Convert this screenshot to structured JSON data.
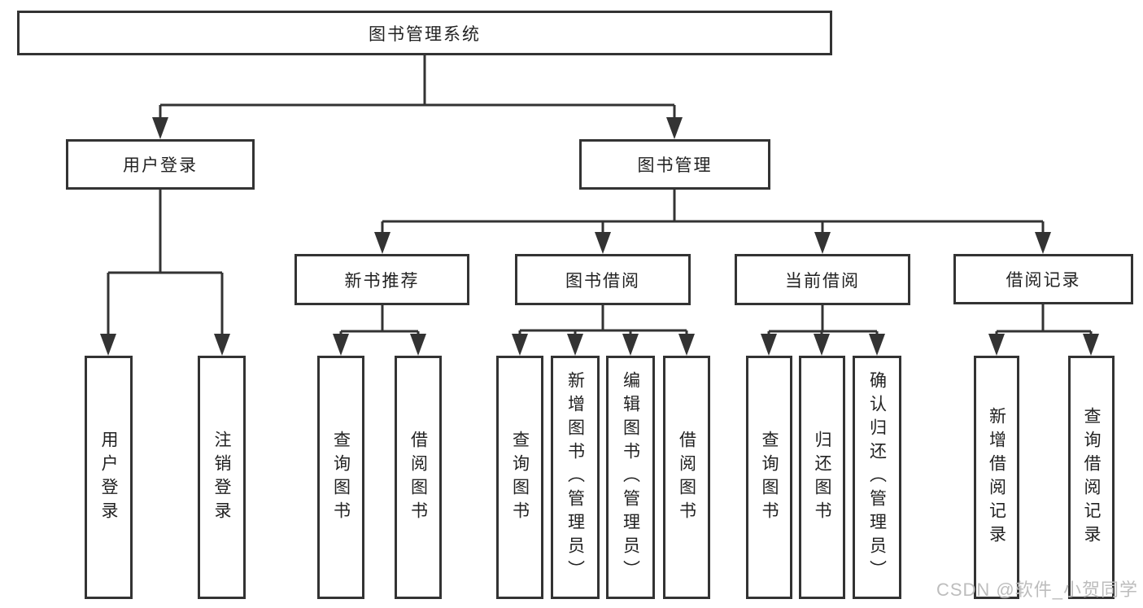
{
  "colors": {
    "line": "#333333",
    "box_border": "#333333",
    "text": "#222222",
    "watermark": "#bdbdbd",
    "background": "#ffffff"
  },
  "watermark": "CSDN @软件_小贺同学",
  "tree": {
    "root": {
      "label": "图书管理系统"
    },
    "branches": [
      {
        "id": "user-login",
        "label": "用户登录",
        "leaves": [
          {
            "label": "用户登录"
          },
          {
            "label": "注销登录"
          }
        ]
      },
      {
        "id": "book-management",
        "label": "图书管理",
        "sections": [
          {
            "id": "new-book-recommend",
            "label": "新书推荐",
            "leaves": [
              {
                "label": "查询图书"
              },
              {
                "label": "借阅图书"
              }
            ]
          },
          {
            "id": "book-borrow",
            "label": "图书借阅",
            "leaves": [
              {
                "label": "查询图书"
              },
              {
                "label": "新增图书（管理员）"
              },
              {
                "label": "编辑图书（管理员）"
              },
              {
                "label": "借阅图书"
              }
            ]
          },
          {
            "id": "current-borrow",
            "label": "当前借阅",
            "leaves": [
              {
                "label": "查询图书"
              },
              {
                "label": "归还图书"
              },
              {
                "label": "确认归还（管理员）"
              }
            ]
          },
          {
            "id": "borrow-records",
            "label": "借阅记录",
            "leaves": [
              {
                "label": "新增借阅记录"
              },
              {
                "label": "查询借阅记录"
              }
            ]
          }
        ]
      }
    ]
  }
}
